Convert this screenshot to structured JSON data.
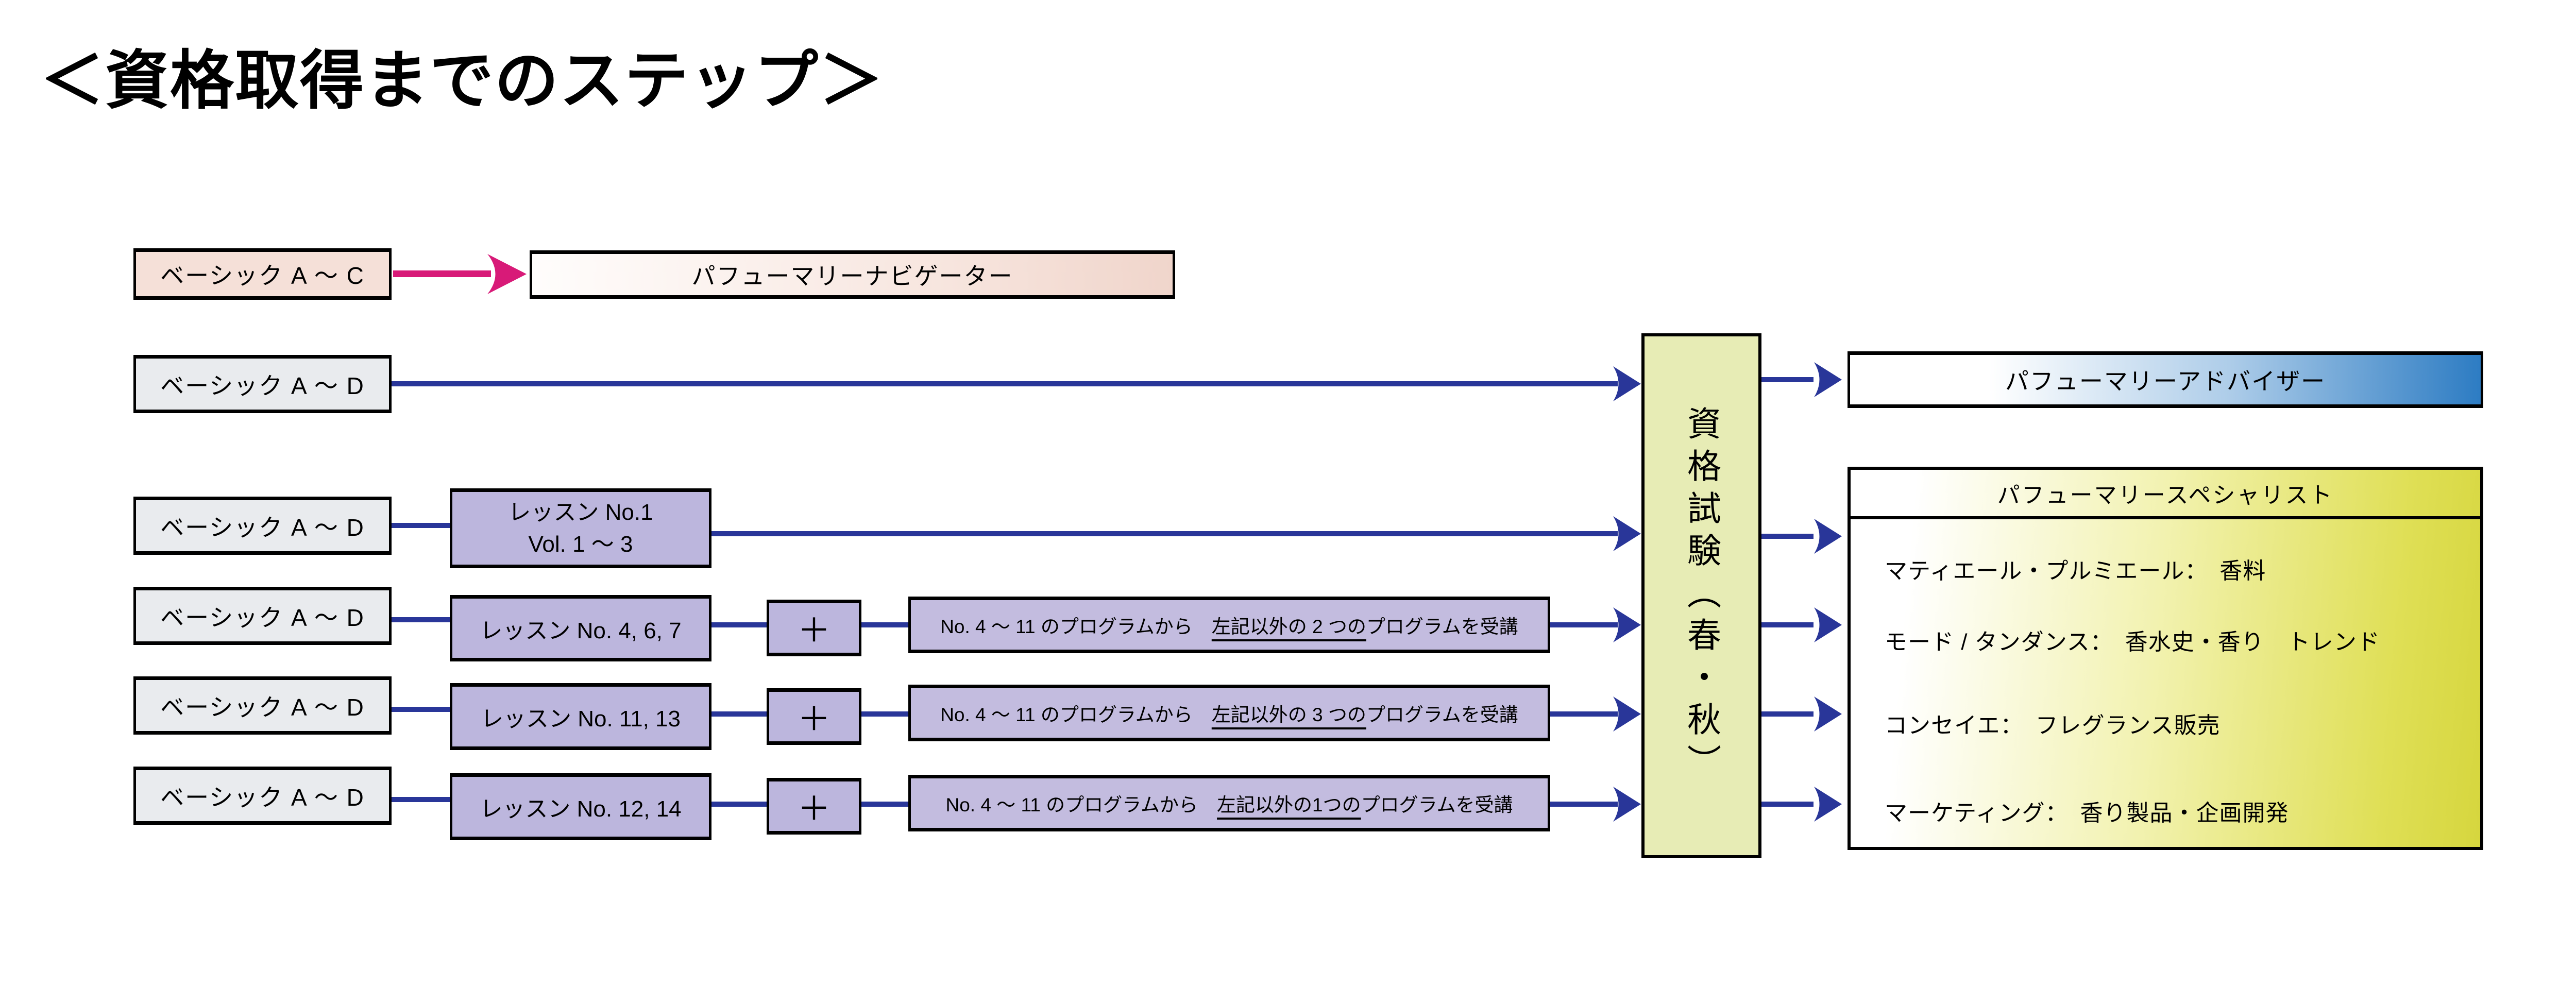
{
  "title": "＜資格取得までのステップ＞",
  "boxes": {
    "basic_ac": "ベーシック A ～ C",
    "basic_ad": "ベーシック A ～ D",
    "navigator": "パフューマリーナビゲーター",
    "advisor": "パフューマリーアドバイザー",
    "exam_vertical": "資格試験（春・秋）",
    "plus": "＋"
  },
  "lessons": [
    {
      "line1": "レッスン No.1",
      "line2": "Vol. 1 ～ 3"
    },
    {
      "label": "レッスン No. 4, 6, 7"
    },
    {
      "label": "レッスン No. 11, 13"
    },
    {
      "label": "レッスン No. 12, 14"
    }
  ],
  "programs": [
    {
      "prefix": "No. 4 ～ 11 のプログラムから　",
      "underline": "左記以外の 2 つの",
      "suffix": "プログラムを受講"
    },
    {
      "prefix": "No. 4 ～ 11 のプログラムから　",
      "underline": "左記以外の 3 つの",
      "suffix": "プログラムを受講"
    },
    {
      "prefix": "No. 4 ～ 11 のプログラムから　",
      "underline": "左記以外の1つの",
      "suffix": "プログラムを受講"
    }
  ],
  "specialist": {
    "header": "パフューマリースペシャリスト",
    "items": [
      "マティエール・プルミエール：　香料",
      "モード / タンダンス：　香水史・香り　トレンド",
      "コンセイエ：　フレグランス販売",
      "マーケティング：　香り製品・企画開発"
    ]
  },
  "colors": {
    "flow_arrow_blue": "#293699",
    "flow_arrow_pink": "#d81a78",
    "basic_ac_fill": "#f5e0d8",
    "basic_ad_fill": "#e9ebee",
    "lesson_fill": "#bcb6dd",
    "exam_fill": "#e7ecb5",
    "advisor_gradient_end": "#2d7cc3",
    "specialist_gradient_end": "#d6d63e",
    "navigator_gradient_end": "#f0d5cb"
  }
}
